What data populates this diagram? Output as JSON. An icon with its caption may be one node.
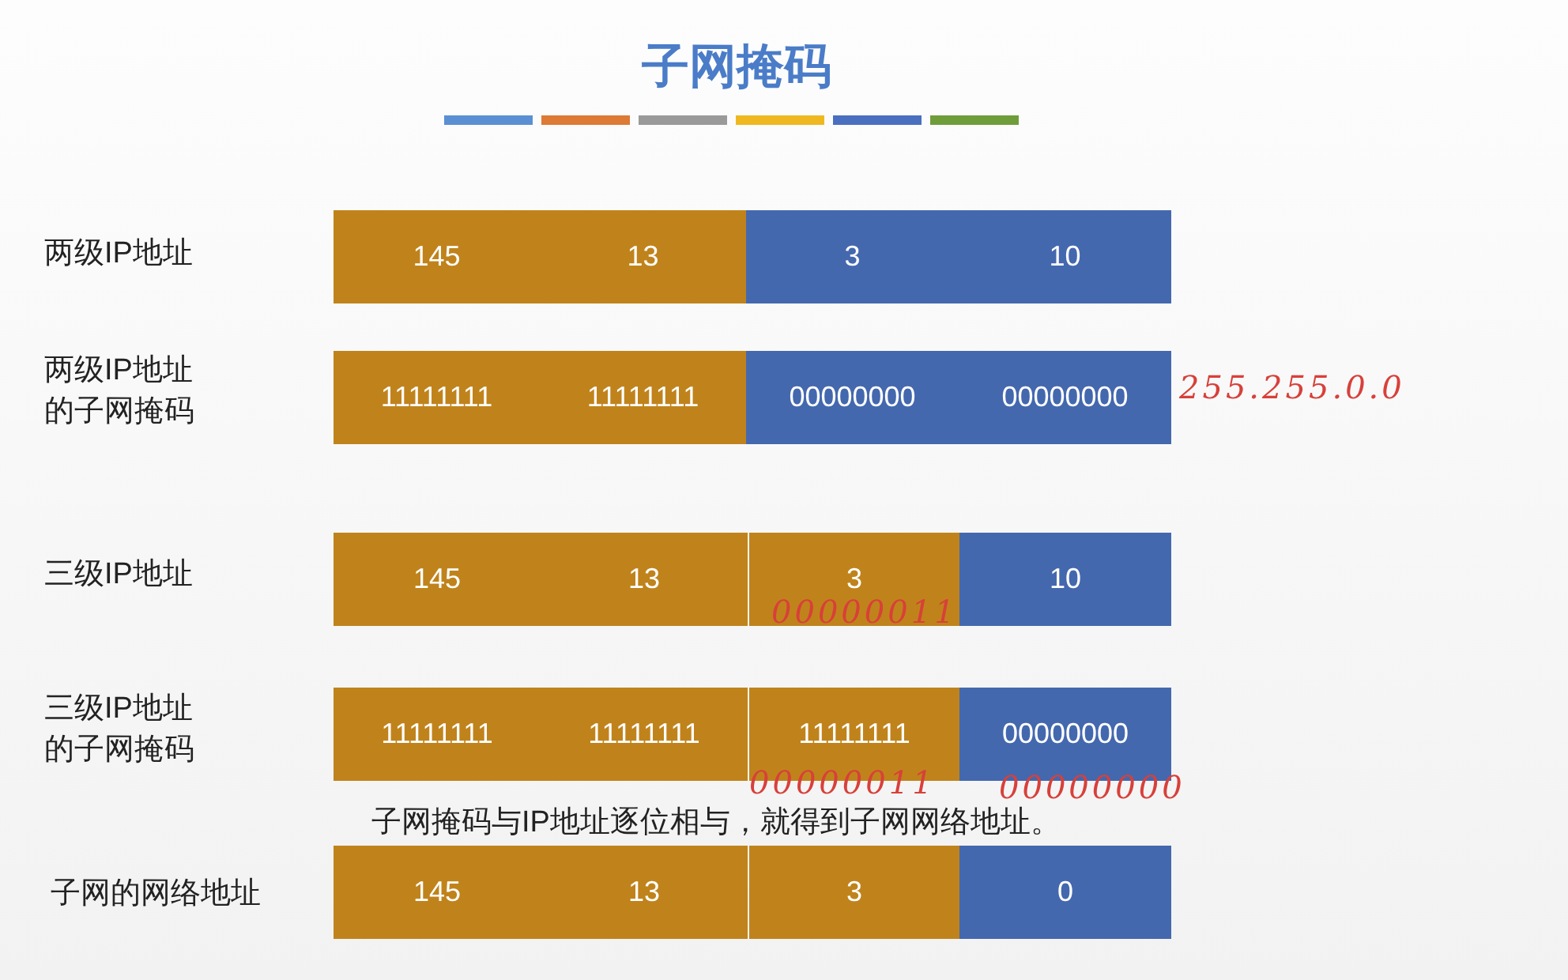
{
  "diagram": {
    "title": "子网掩码",
    "nodes": [
      {
        "text": [
          "145",
          "13"
        ]
      },
      {
        "text": [
          "3",
          "10"
        ]
      },
      {
        "text": [
          "11111111",
          "11111111"
        ]
      },
      {
        "text": [
          "00000000",
          "00000000"
        ]
      },
      {
        "text": [
          "145",
          "13"
        ]
      },
      {
        "text": [
          "3"
        ]
      },
      {
        "text": [
          "10"
        ]
      },
      {
        "text": [
          "11111111",
          "11111111"
        ]
      },
      {
        "text": [
          "11111111"
        ]
      },
      {
        "text": [
          "00000000"
        ]
      },
      {
        "text": [
          "145",
          "13"
        ]
      },
      {
        "text": [
          "3"
        ]
      },
      {
        "text": [
          "0"
        ]
      }
    ],
    "edges": [],
    "labels": [
      "两级IP地址",
      "两级IP地址的子网掩码",
      "255.255.0.0",
      "三级IP地址",
      "00000011",
      "三级IP地址的子网掩码",
      "00000011",
      "00000000",
      "子网掩码与IP地址逐位相与，就得到子网网络地址。",
      "子网的网络地址"
    ]
  }
}
